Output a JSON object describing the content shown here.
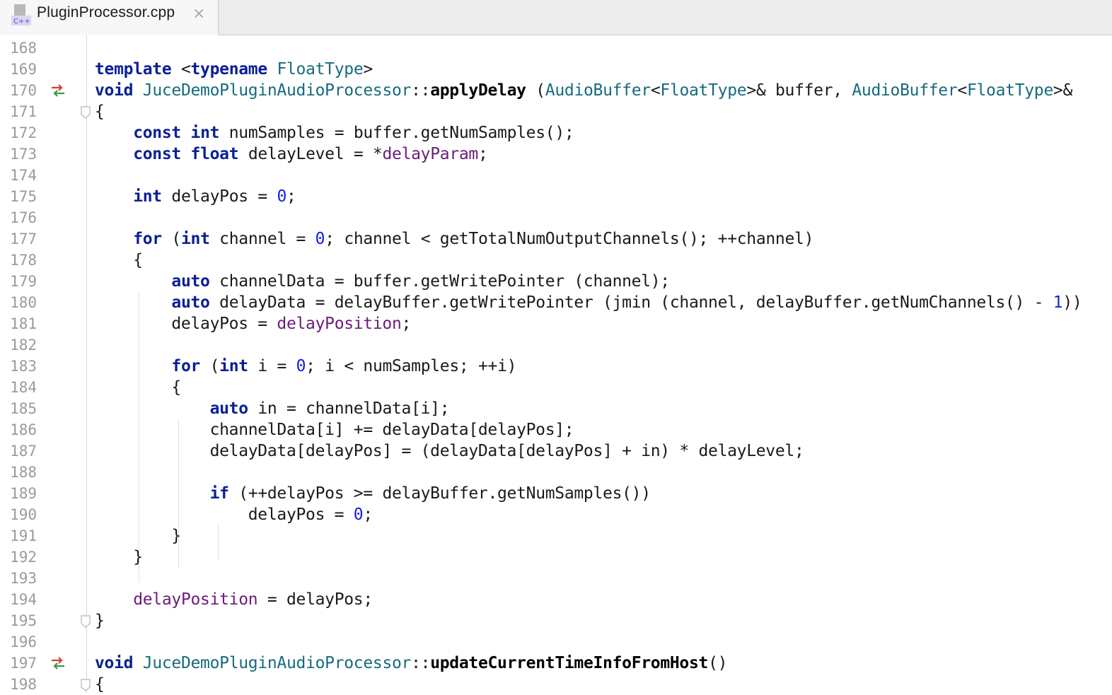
{
  "tab": {
    "title": "PluginProcessor.cpp",
    "icon_name": "cpp-file-icon",
    "icon_label": "C++",
    "close": "×"
  },
  "editor": {
    "language": "cpp",
    "lines": [
      {
        "n": "168",
        "segs": []
      },
      {
        "n": "169",
        "segs": [
          {
            "t": "template",
            "c": "kw"
          },
          {
            "t": " <"
          },
          {
            "t": "typename",
            "c": "kw"
          },
          {
            "t": " FloatType",
            "c": "typ"
          },
          {
            "t": ">"
          }
        ]
      },
      {
        "n": "170",
        "marker": "override",
        "segs": [
          {
            "t": "void",
            "c": "kw"
          },
          {
            "t": " "
          },
          {
            "t": "JuceDemoPluginAudioProcessor",
            "c": "typ"
          },
          {
            "t": "::"
          },
          {
            "t": "applyDelay",
            "c": "fn"
          },
          {
            "t": " ("
          },
          {
            "t": "AudioBuffer",
            "c": "typ"
          },
          {
            "t": "<"
          },
          {
            "t": "FloatType",
            "c": "typ"
          },
          {
            "t": ">& buffer, "
          },
          {
            "t": "AudioBuffer",
            "c": "typ"
          },
          {
            "t": "<"
          },
          {
            "t": "FloatType",
            "c": "typ"
          },
          {
            "t": ">&"
          }
        ]
      },
      {
        "n": "171",
        "fold": true,
        "segs": [
          {
            "t": "{"
          }
        ]
      },
      {
        "n": "172",
        "segs": [
          {
            "t": "    "
          },
          {
            "t": "const",
            "c": "kw"
          },
          {
            "t": " "
          },
          {
            "t": "int",
            "c": "kw"
          },
          {
            "t": " numSamples = buffer.getNumSamples();"
          }
        ]
      },
      {
        "n": "173",
        "segs": [
          {
            "t": "    "
          },
          {
            "t": "const",
            "c": "kw"
          },
          {
            "t": " "
          },
          {
            "t": "float",
            "c": "kw"
          },
          {
            "t": " delayLevel = *"
          },
          {
            "t": "delayParam",
            "c": "mem"
          },
          {
            "t": ";"
          }
        ]
      },
      {
        "n": "174",
        "segs": []
      },
      {
        "n": "175",
        "segs": [
          {
            "t": "    "
          },
          {
            "t": "int",
            "c": "kw"
          },
          {
            "t": " delayPos = "
          },
          {
            "t": "0",
            "c": "num"
          },
          {
            "t": ";"
          }
        ]
      },
      {
        "n": "176",
        "segs": []
      },
      {
        "n": "177",
        "segs": [
          {
            "t": "    "
          },
          {
            "t": "for",
            "c": "kw"
          },
          {
            "t": " ("
          },
          {
            "t": "int",
            "c": "kw"
          },
          {
            "t": " channel = "
          },
          {
            "t": "0",
            "c": "num"
          },
          {
            "t": "; channel < getTotalNumOutputChannels(); ++channel)"
          }
        ]
      },
      {
        "n": "178",
        "segs": [
          {
            "t": "    {"
          }
        ]
      },
      {
        "n": "179",
        "segs": [
          {
            "t": "        "
          },
          {
            "t": "auto",
            "c": "kw"
          },
          {
            "t": " channelData = buffer.getWritePointer (channel);"
          }
        ]
      },
      {
        "n": "180",
        "segs": [
          {
            "t": "        "
          },
          {
            "t": "auto",
            "c": "kw"
          },
          {
            "t": " delayData = delayBuffer.getWritePointer (jmin (channel, delayBuffer.getNumChannels() - "
          },
          {
            "t": "1",
            "c": "num"
          },
          {
            "t": "))"
          }
        ]
      },
      {
        "n": "181",
        "segs": [
          {
            "t": "        delayPos = "
          },
          {
            "t": "delayPosition",
            "c": "mem"
          },
          {
            "t": ";"
          }
        ]
      },
      {
        "n": "182",
        "segs": []
      },
      {
        "n": "183",
        "segs": [
          {
            "t": "        "
          },
          {
            "t": "for",
            "c": "kw"
          },
          {
            "t": " ("
          },
          {
            "t": "int",
            "c": "kw"
          },
          {
            "t": " i = "
          },
          {
            "t": "0",
            "c": "num"
          },
          {
            "t": "; i < numSamples; ++i)"
          }
        ]
      },
      {
        "n": "184",
        "segs": [
          {
            "t": "        {"
          }
        ]
      },
      {
        "n": "185",
        "segs": [
          {
            "t": "            "
          },
          {
            "t": "auto",
            "c": "kw"
          },
          {
            "t": " in = channelData[i];"
          }
        ]
      },
      {
        "n": "186",
        "segs": [
          {
            "t": "            channelData[i] += delayData[delayPos];"
          }
        ]
      },
      {
        "n": "187",
        "segs": [
          {
            "t": "            delayData[delayPos] = (delayData[delayPos] + in) * delayLevel;"
          }
        ]
      },
      {
        "n": "188",
        "segs": []
      },
      {
        "n": "189",
        "segs": [
          {
            "t": "            "
          },
          {
            "t": "if",
            "c": "kw"
          },
          {
            "t": " (++delayPos >= delayBuffer.getNumSamples())"
          }
        ]
      },
      {
        "n": "190",
        "segs": [
          {
            "t": "                delayPos = "
          },
          {
            "t": "0",
            "c": "num"
          },
          {
            "t": ";"
          }
        ]
      },
      {
        "n": "191",
        "segs": [
          {
            "t": "        }"
          }
        ]
      },
      {
        "n": "192",
        "segs": [
          {
            "t": "    }"
          }
        ]
      },
      {
        "n": "193",
        "segs": []
      },
      {
        "n": "194",
        "segs": [
          {
            "t": "    "
          },
          {
            "t": "delayPosition",
            "c": "mem"
          },
          {
            "t": " = delayPos;"
          }
        ]
      },
      {
        "n": "195",
        "fold": true,
        "segs": [
          {
            "t": "}"
          }
        ]
      },
      {
        "n": "196",
        "segs": []
      },
      {
        "n": "197",
        "marker": "override",
        "segs": [
          {
            "t": "void",
            "c": "kw"
          },
          {
            "t": " "
          },
          {
            "t": "JuceDemoPluginAudioProcessor",
            "c": "typ"
          },
          {
            "t": "::"
          },
          {
            "t": "updateCurrentTimeInfoFromHost",
            "c": "fn"
          },
          {
            "t": "()"
          }
        ]
      },
      {
        "n": "198",
        "fold": true,
        "segs": [
          {
            "t": "{"
          }
        ]
      }
    ]
  }
}
